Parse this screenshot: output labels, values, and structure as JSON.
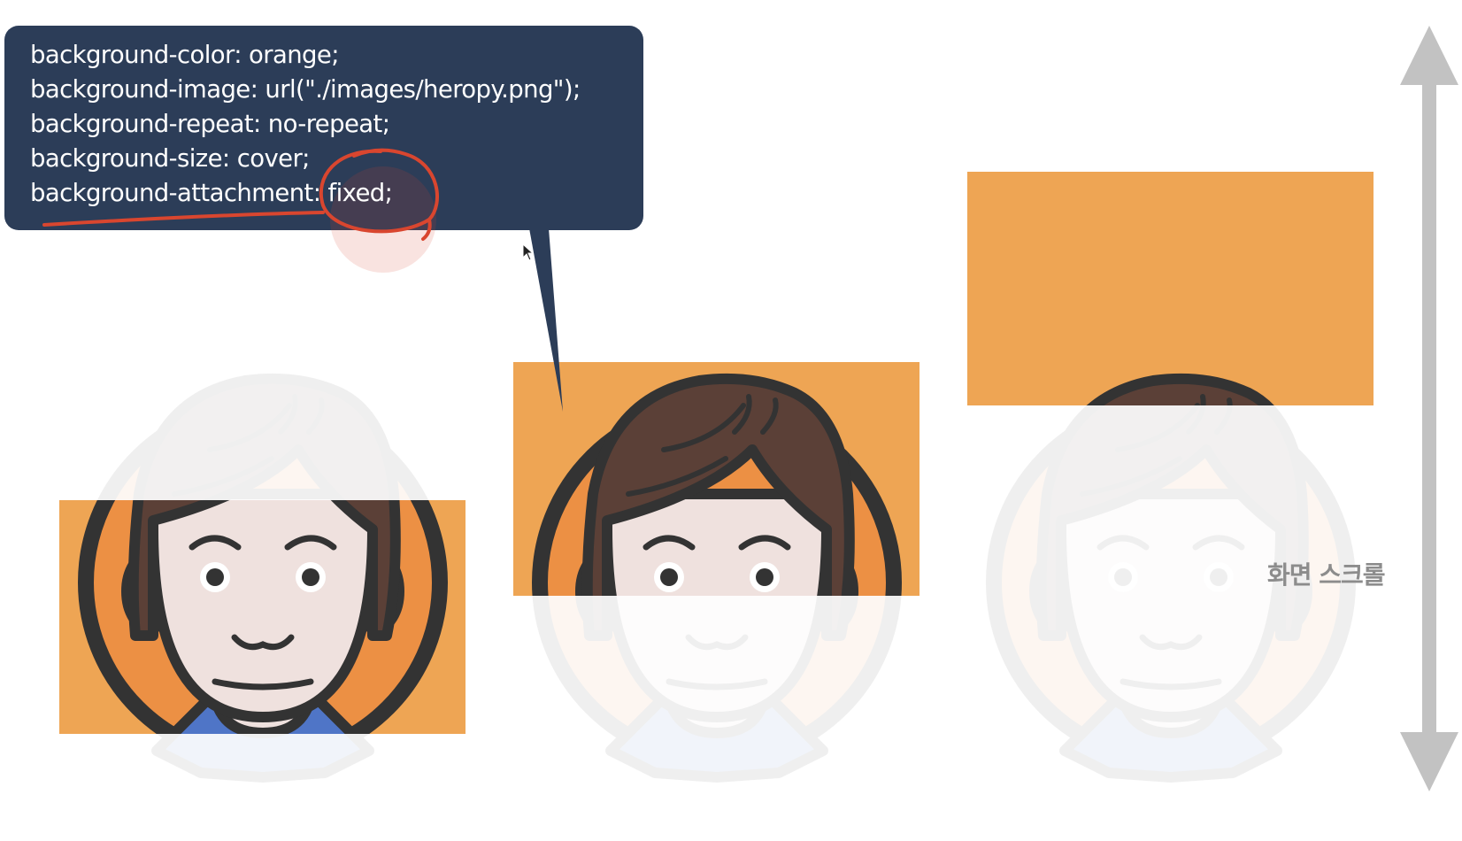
{
  "tooltip": {
    "lines": [
      "background-color: orange;",
      "background-image: url(\"./images/heropy.png\");",
      "background-repeat: no-repeat;",
      "background-size: cover;",
      "background-attachment: fixed;"
    ],
    "highlighted_value": "fixed;"
  },
  "scroll_label": "화면 스크롤",
  "colors": {
    "tooltip_bg": "#2c3d58",
    "orange_box": "#eea554",
    "avatar_ring": "#ec9044",
    "skin": "#efe1de",
    "hair": "#5b4037",
    "shirt": "#4f75c7",
    "outline": "#333333",
    "annotation_red": "#d9462f",
    "scroll_arrow": "#c2c2c2"
  },
  "icons": {
    "avatar": "heropy-avatar-illustration",
    "cursor": "mouse-cursor-icon",
    "scroll_arrow": "double-headed-vertical-arrow-icon"
  }
}
